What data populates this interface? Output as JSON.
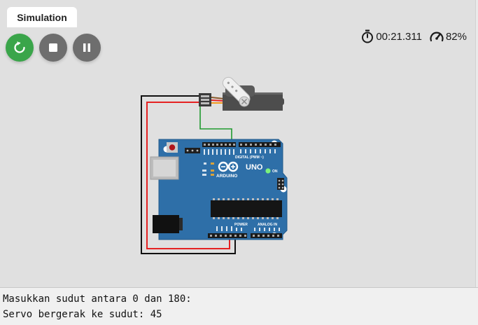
{
  "tab": {
    "label": "Simulation"
  },
  "controls": {
    "restart_icon": "restart-icon",
    "stop_icon": "stop-icon",
    "pause_icon": "pause-icon",
    "restart_color": "#3aa54a",
    "stop_color": "#6e6e6e",
    "pause_color": "#6e6e6e"
  },
  "status": {
    "timer_icon": "stopwatch-icon",
    "timer": "00:21.311",
    "speed_icon": "gauge-icon",
    "speed": "82%"
  },
  "circuit": {
    "board": {
      "brand": "ARDUINO",
      "model": "UNO",
      "digital_label": "DIGITAL (PWM ~)",
      "power_label": "POWER",
      "analog_label": "ANALOG IN",
      "on_label": "ON",
      "board_color": "#2e6fa8"
    },
    "servo": {
      "body_color": "#555555"
    },
    "wires": {
      "power_color": "#e52222",
      "ground_color": "#111111",
      "signal_color": "#1f9a2f"
    }
  },
  "serial": {
    "lines": [
      "Masukkan sudut antara 0 dan 180:",
      "Servo bergerak ke sudut: 45"
    ]
  }
}
